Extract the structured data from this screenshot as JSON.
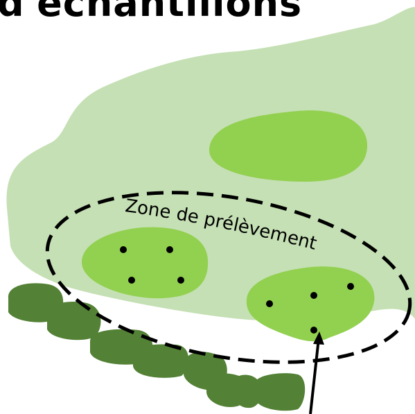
{
  "title": "d'échantillons",
  "zone_label": "Zone de prélèvement",
  "colors": {
    "field": "#c5e0b4",
    "patch": "#92d050",
    "hedge": "#538135",
    "outline": "#000000",
    "background": "#ffffff"
  },
  "icons": {
    "sample_point": "filled-circle",
    "pointer": "arrow-up"
  }
}
